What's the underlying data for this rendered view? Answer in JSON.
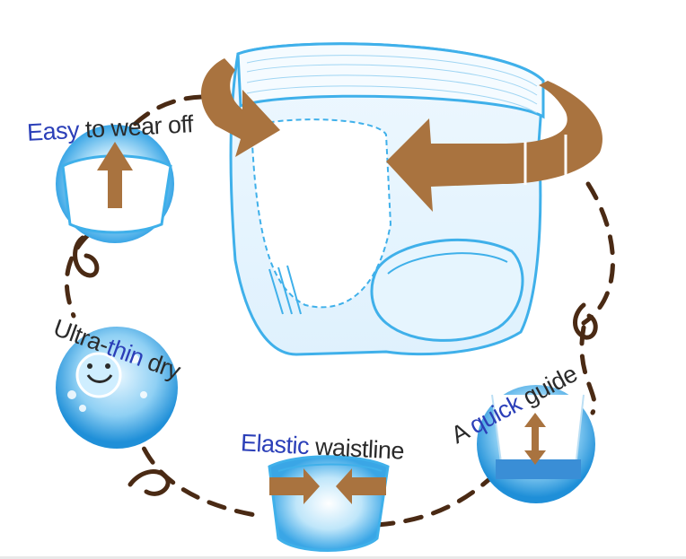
{
  "features": [
    {
      "highlight": "Easy",
      "rest": " to wear off"
    },
    {
      "lead": "Ultra-",
      "highlight": "thin",
      "rest": " dry"
    },
    {
      "highlight": "Elastic",
      "rest": " waistline"
    },
    {
      "lead": "A ",
      "highlight": "quick",
      "rest": " guide"
    }
  ],
  "colors": {
    "highlight": "#2b3fb8",
    "text": "#2a2a2a",
    "arrow": "#a9733f",
    "dash": "#4a2a14",
    "outline": "#3fb0ea"
  },
  "icons": [
    "diaper-main-illustration",
    "rotate-arrows-icon",
    "arrow-up-icon",
    "smiley-drop-icon",
    "arrow-inward-icon",
    "arrow-updown-icon"
  ]
}
